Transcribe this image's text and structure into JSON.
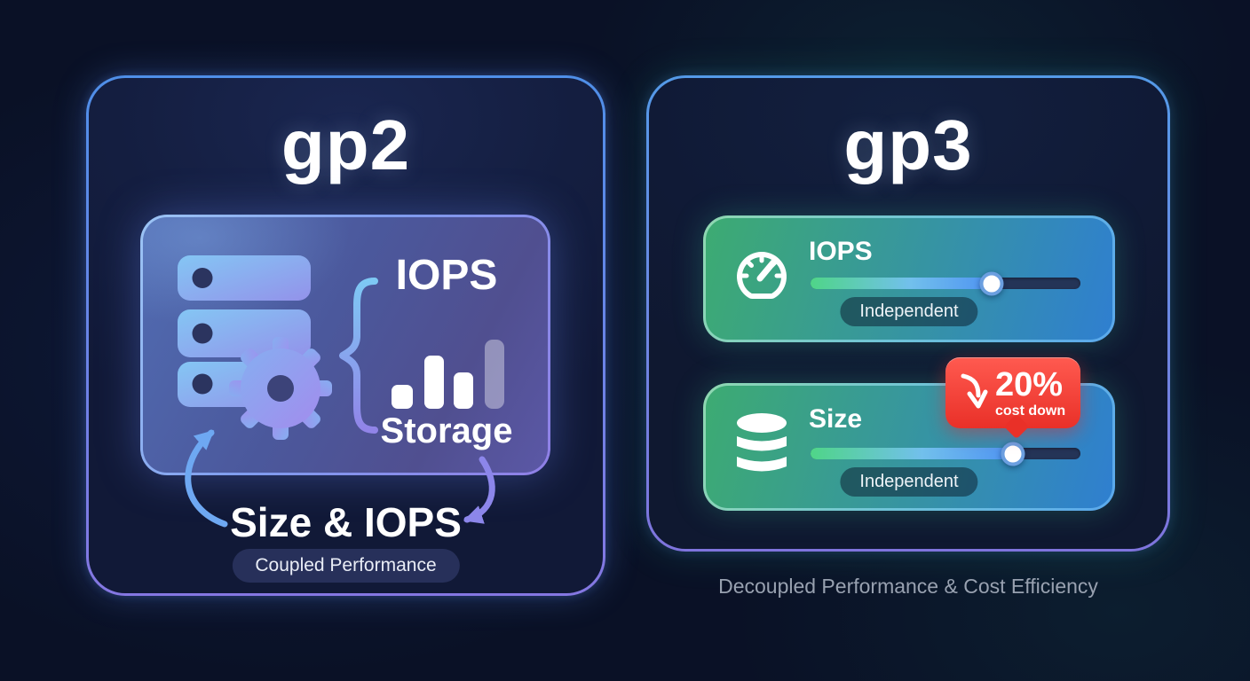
{
  "gp2_panel": {
    "title": "gp2",
    "card": {
      "iops_label": "IOPS",
      "storage_label": "Storage"
    },
    "coupling_label": "Size & IOPS",
    "badge_label": "Coupled Performance"
  },
  "gp3_panel": {
    "title": "gp3",
    "iops_card": {
      "label": "IOPS",
      "badge": "Independent",
      "slider_percent": 67
    },
    "size_card": {
      "label": "Size",
      "badge": "Independent",
      "slider_percent": 75
    },
    "cost_badge": {
      "value": "20%",
      "label": "cost down"
    },
    "caption": "Decoupled Performance & Cost Efficiency"
  },
  "colors": {
    "background": "#0a1126",
    "gp2_border_top": "#4f8fe8",
    "gp2_border_bottom": "#8577e2",
    "gp3_border_top": "#549ae8",
    "gp3_border_bottom": "#7f74dd",
    "gp3_card_green": "#3dab72",
    "gp3_card_blue": "#2f7fd0",
    "slider_fill_start": "#4fd588",
    "slider_fill_end": "#4e93f2",
    "slider_track": "#243457",
    "cost_badge_red": "#e93028",
    "caption_gray": "#98a1b0",
    "text_white": "#ffffff"
  },
  "icons": {
    "gp2": [
      "server-stack-icon",
      "gear-icon",
      "curly-brace-icon",
      "bar-chart-icon",
      "cycle-arrow-up-icon",
      "cycle-arrow-down-icon"
    ],
    "gp3": [
      "speedometer-icon",
      "database-icon",
      "cost-down-arrow-icon"
    ]
  }
}
